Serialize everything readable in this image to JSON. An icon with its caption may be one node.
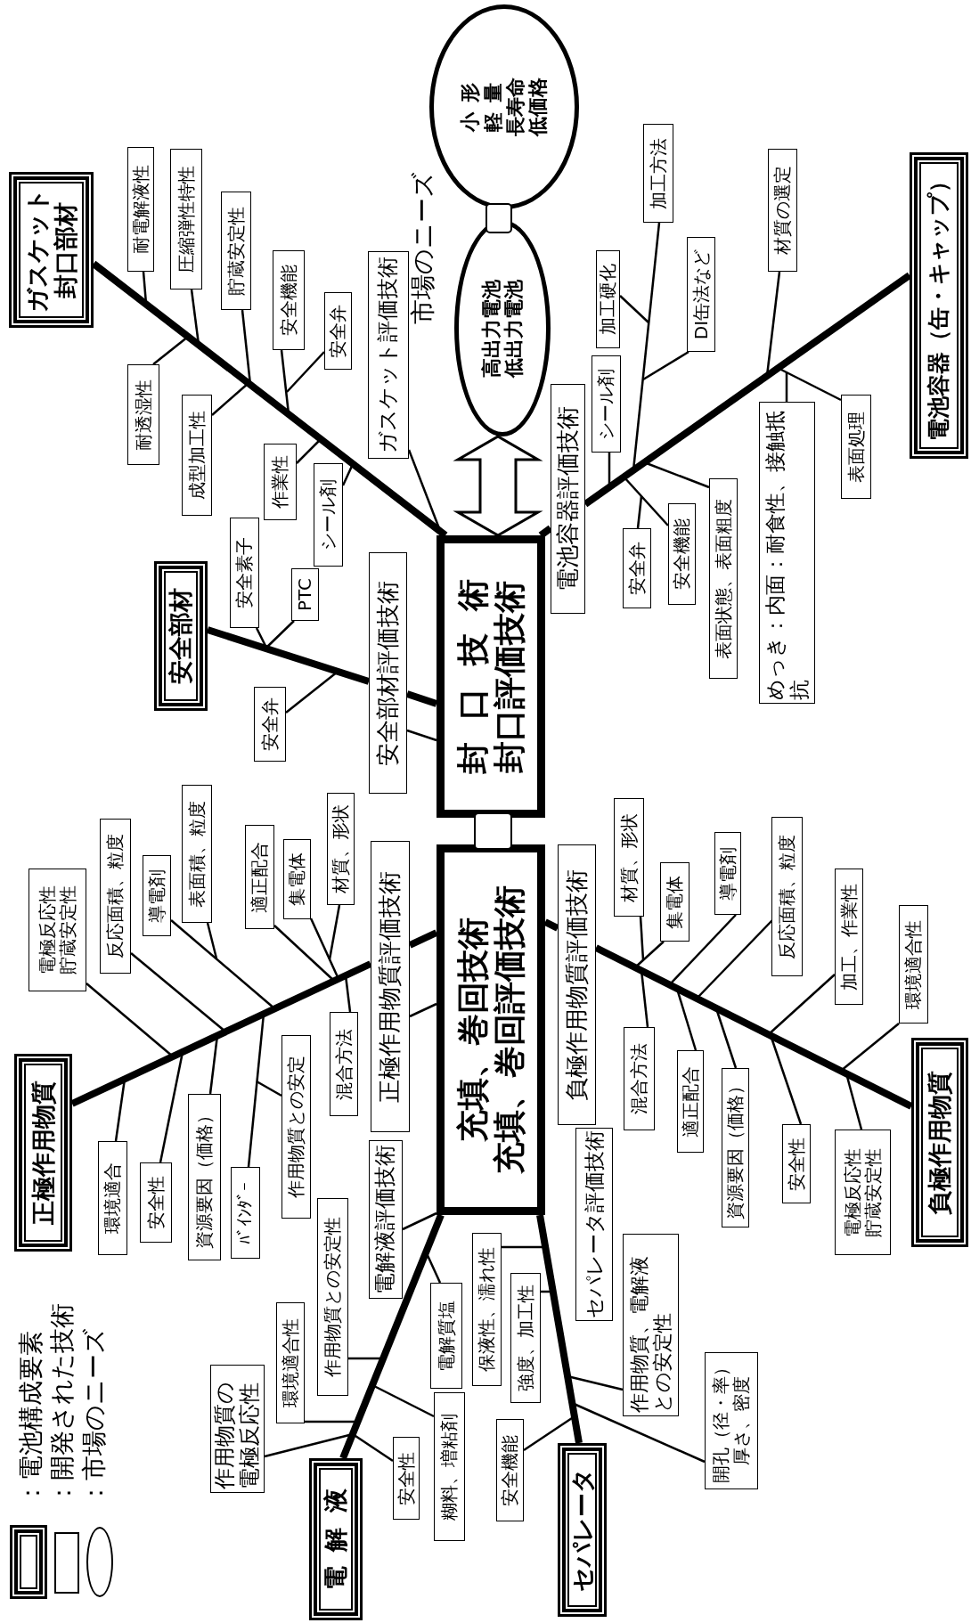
{
  "diagram": {
    "nodes": [
      {
        "text": [
          "封口技術",
          "封口評価技術"
        ]
      },
      {
        "text": [],
        "shape": "box"
      },
      {
        "text": [
          "充填、巻回技術",
          "充填、巻回評価技術"
        ]
      },
      {
        "text": [
          "高出力電池",
          "低出力電池"
        ]
      },
      {
        "text": [],
        "shape": "box"
      },
      {
        "text": [
          "小形",
          "軽量",
          "長寿命",
          "低価格"
        ]
      },
      {
        "text": [
          "ガスケット",
          "封口部材"
        ]
      },
      {
        "text": [
          "ガスケット評価技術"
        ]
      },
      {
        "text": [
          "耐電解液性"
        ]
      },
      {
        "text": [
          "圧縮弾性特性"
        ]
      },
      {
        "text": [
          "貯蔵安定性"
        ]
      },
      {
        "text": [
          "安全機能"
        ]
      },
      {
        "text": [
          "安全弁"
        ]
      },
      {
        "text": [
          "耐透湿性"
        ]
      },
      {
        "text": [
          "成型加工性"
        ]
      },
      {
        "text": [
          "作業性"
        ]
      },
      {
        "text": [
          "シール剤"
        ]
      },
      {
        "text": [
          "電池容器（缶・キャップ）"
        ]
      },
      {
        "text": [
          "電池容器評価技術"
        ]
      },
      {
        "text": [
          "加工方法"
        ]
      },
      {
        "text": [
          "加工硬化"
        ]
      },
      {
        "text": [
          "DI缶法など"
        ]
      },
      {
        "text": [
          "材質の選定"
        ]
      },
      {
        "text": [
          "シール剤"
        ]
      },
      {
        "text": [
          "安全機能"
        ]
      },
      {
        "text": [
          "安全弁"
        ]
      },
      {
        "text": [
          "表面状態、表面粗度"
        ]
      },
      {
        "text": [
          "表面処理"
        ]
      },
      {
        "text": [
          "めっき：内面：耐食性、接触抵抗"
        ]
      },
      {
        "text": [
          "安全部材"
        ]
      },
      {
        "text": [
          "安全部材評価技術"
        ]
      },
      {
        "text": [
          "安全素子"
        ]
      },
      {
        "text": [
          "PTC"
        ]
      },
      {
        "text": [
          "安全弁"
        ]
      },
      {
        "text": [
          "正極作用物質"
        ]
      },
      {
        "text": [
          "正極作用物質評価技術"
        ]
      },
      {
        "text": [
          "電極反応性",
          "貯蔵安定性"
        ]
      },
      {
        "text": [
          "反応面積、粒度"
        ]
      },
      {
        "text": [
          "導電剤"
        ]
      },
      {
        "text": [
          "表面積、粒度"
        ]
      },
      {
        "text": [
          "適正配合"
        ]
      },
      {
        "text": [
          "集電体"
        ]
      },
      {
        "text": [
          "材質、形状"
        ]
      },
      {
        "text": [
          "混合方法"
        ]
      },
      {
        "text": [
          "環境適合"
        ]
      },
      {
        "text": [
          "安全性"
        ]
      },
      {
        "text": [
          "資源要因（価格）"
        ]
      },
      {
        "text": [
          "ﾊﾞｲﾝﾀﾞｰ"
        ]
      },
      {
        "text": [
          "作用物質との安定"
        ]
      },
      {
        "text": [
          "負極作用物質"
        ]
      },
      {
        "text": [
          "負極作用物質評価技術"
        ]
      },
      {
        "text": [
          "材質、形状"
        ]
      },
      {
        "text": [
          "集電体"
        ]
      },
      {
        "text": [
          "導電剤"
        ]
      },
      {
        "text": [
          "反応面積、粒度"
        ]
      },
      {
        "text": [
          "加工、作業性"
        ]
      },
      {
        "text": [
          "環境適合性"
        ]
      },
      {
        "text": [
          "混合方法"
        ]
      },
      {
        "text": [
          "適正配合"
        ]
      },
      {
        "text": [
          "資源要因（価格）"
        ]
      },
      {
        "text": [
          "安全性"
        ]
      },
      {
        "text": [
          "電極反応性",
          "貯蔵安定性"
        ]
      },
      {
        "text": [
          "電解液"
        ]
      },
      {
        "text": [
          "電解液評価技術"
        ]
      },
      {
        "text": [
          "作用物質との安定性"
        ]
      },
      {
        "text": [
          "環境適合性"
        ]
      },
      {
        "text": [
          "作用物質の電極反応性"
        ]
      },
      {
        "text": [
          "安全性"
        ]
      },
      {
        "text": [
          "電解質塩"
        ]
      },
      {
        "text": [
          "糊料、増粘剤"
        ]
      },
      {
        "text": [
          "セパレータ"
        ]
      },
      {
        "text": [
          "セパレータ評価技術"
        ]
      },
      {
        "text": [
          "保液性、濡れ性"
        ]
      },
      {
        "text": [
          "強度、加工性"
        ]
      },
      {
        "text": [
          "作用物質、電解液との安定性"
        ]
      },
      {
        "text": [
          "開孔（径・率）",
          "厚さ、密度"
        ]
      },
      {
        "text": [
          "安全機能"
        ]
      }
    ],
    "edges": [
      {
        "from": 0,
        "to": 3,
        "arrow": "both",
        "style": "thick"
      },
      {
        "from": 6,
        "to": 0,
        "arrow": "none",
        "style": "thick"
      },
      {
        "from": 17,
        "to": 18,
        "arrow": "none",
        "style": "thick"
      },
      {
        "from": 18,
        "to": 0,
        "arrow": "none",
        "style": "thick"
      },
      {
        "from": 29,
        "to": 30,
        "arrow": "none",
        "style": "thick"
      },
      {
        "from": 30,
        "to": 0,
        "arrow": "none",
        "style": "thick"
      },
      {
        "from": 34,
        "to": 35,
        "arrow": "none",
        "style": "thick"
      },
      {
        "from": 35,
        "to": 2,
        "arrow": "none",
        "style": "thick"
      },
      {
        "from": 49,
        "to": 50,
        "arrow": "none",
        "style": "thick"
      },
      {
        "from": 50,
        "to": 2,
        "arrow": "none",
        "style": "thick"
      },
      {
        "from": 62,
        "to": 2,
        "arrow": "none",
        "style": "thick"
      },
      {
        "from": 70,
        "to": 2,
        "arrow": "none",
        "style": "thick"
      },
      {
        "from": 7,
        "to": 0,
        "arrow": "none"
      },
      {
        "from": 30,
        "to": 0,
        "arrow": "none"
      },
      {
        "from": 35,
        "to": 2,
        "arrow": "none"
      },
      {
        "from": 63,
        "to": 2,
        "arrow": "none"
      },
      {
        "from": 8,
        "to": null,
        "arrow": "none"
      },
      {
        "from": 9,
        "to": null,
        "arrow": "none"
      },
      {
        "from": 10,
        "to": null,
        "arrow": "none"
      },
      {
        "from": 11,
        "to": null,
        "arrow": "none"
      },
      {
        "from": 12,
        "to": null,
        "arrow": "none"
      },
      {
        "from": 13,
        "to": null,
        "arrow": "none"
      },
      {
        "from": 14,
        "to": null,
        "arrow": "none"
      },
      {
        "from": 15,
        "to": null,
        "arrow": "none"
      },
      {
        "from": 16,
        "to": null,
        "arrow": "none"
      },
      {
        "from": 19,
        "to": null,
        "arrow": "none"
      },
      {
        "from": 20,
        "to": null,
        "arrow": "none"
      },
      {
        "from": 21,
        "to": null,
        "arrow": "none"
      },
      {
        "from": 22,
        "to": null,
        "arrow": "none"
      },
      {
        "from": 23,
        "to": null,
        "arrow": "none"
      },
      {
        "from": 24,
        "to": null,
        "arrow": "none"
      },
      {
        "from": 25,
        "to": null,
        "arrow": "none"
      },
      {
        "from": 26,
        "to": null,
        "arrow": "none"
      },
      {
        "from": 27,
        "to": null,
        "arrow": "none"
      },
      {
        "from": 28,
        "to": null,
        "arrow": "none"
      },
      {
        "from": 31,
        "to": null,
        "arrow": "none"
      },
      {
        "from": 32,
        "to": null,
        "arrow": "none"
      },
      {
        "from": 33,
        "to": null,
        "arrow": "none"
      },
      {
        "from": 36,
        "to": null,
        "arrow": "none"
      },
      {
        "from": 37,
        "to": null,
        "arrow": "none"
      },
      {
        "from": 38,
        "to": null,
        "arrow": "none"
      },
      {
        "from": 39,
        "to": null,
        "arrow": "none"
      },
      {
        "from": 40,
        "to": null,
        "arrow": "none"
      },
      {
        "from": 41,
        "to": null,
        "arrow": "none"
      },
      {
        "from": 42,
        "to": null,
        "arrow": "none"
      },
      {
        "from": 43,
        "to": null,
        "arrow": "none"
      },
      {
        "from": 44,
        "to": null,
        "arrow": "none"
      },
      {
        "from": 45,
        "to": null,
        "arrow": "none"
      },
      {
        "from": 46,
        "to": null,
        "arrow": "none"
      },
      {
        "from": 47,
        "to": null,
        "arrow": "none"
      },
      {
        "from": 48,
        "to": null,
        "arrow": "none"
      },
      {
        "from": 51,
        "to": null,
        "arrow": "none"
      },
      {
        "from": 52,
        "to": null,
        "arrow": "none"
      },
      {
        "from": 53,
        "to": null,
        "arrow": "none"
      },
      {
        "from": 54,
        "to": null,
        "arrow": "none"
      },
      {
        "from": 55,
        "to": null,
        "arrow": "none"
      },
      {
        "from": 56,
        "to": null,
        "arrow": "none"
      },
      {
        "from": 57,
        "to": null,
        "arrow": "none"
      },
      {
        "from": 58,
        "to": null,
        "arrow": "none"
      },
      {
        "from": 59,
        "to": null,
        "arrow": "none"
      },
      {
        "from": 60,
        "to": null,
        "arrow": "none"
      },
      {
        "from": 61,
        "to": null,
        "arrow": "none"
      },
      {
        "from": 64,
        "to": null,
        "arrow": "none"
      },
      {
        "from": 65,
        "to": null,
        "arrow": "none"
      },
      {
        "from": 66,
        "to": null,
        "arrow": "none"
      },
      {
        "from": 67,
        "to": null,
        "arrow": "none"
      },
      {
        "from": 68,
        "to": null,
        "arrow": "none"
      },
      {
        "from": 69,
        "to": null,
        "arrow": "none"
      },
      {
        "from": 72,
        "to": null,
        "arrow": "none"
      },
      {
        "from": 73,
        "to": null,
        "arrow": "none"
      },
      {
        "from": 74,
        "to": null,
        "arrow": "none"
      },
      {
        "from": 75,
        "to": null,
        "arrow": "none"
      },
      {
        "from": 76,
        "to": null,
        "arrow": "none"
      }
    ],
    "labels": [
      "市場のニーズ"
    ],
    "legend": [
      {
        "text": "：電池構成要素"
      },
      {
        "text": "：開発された技術"
      },
      {
        "text": "：市場のニーズ"
      }
    ]
  }
}
